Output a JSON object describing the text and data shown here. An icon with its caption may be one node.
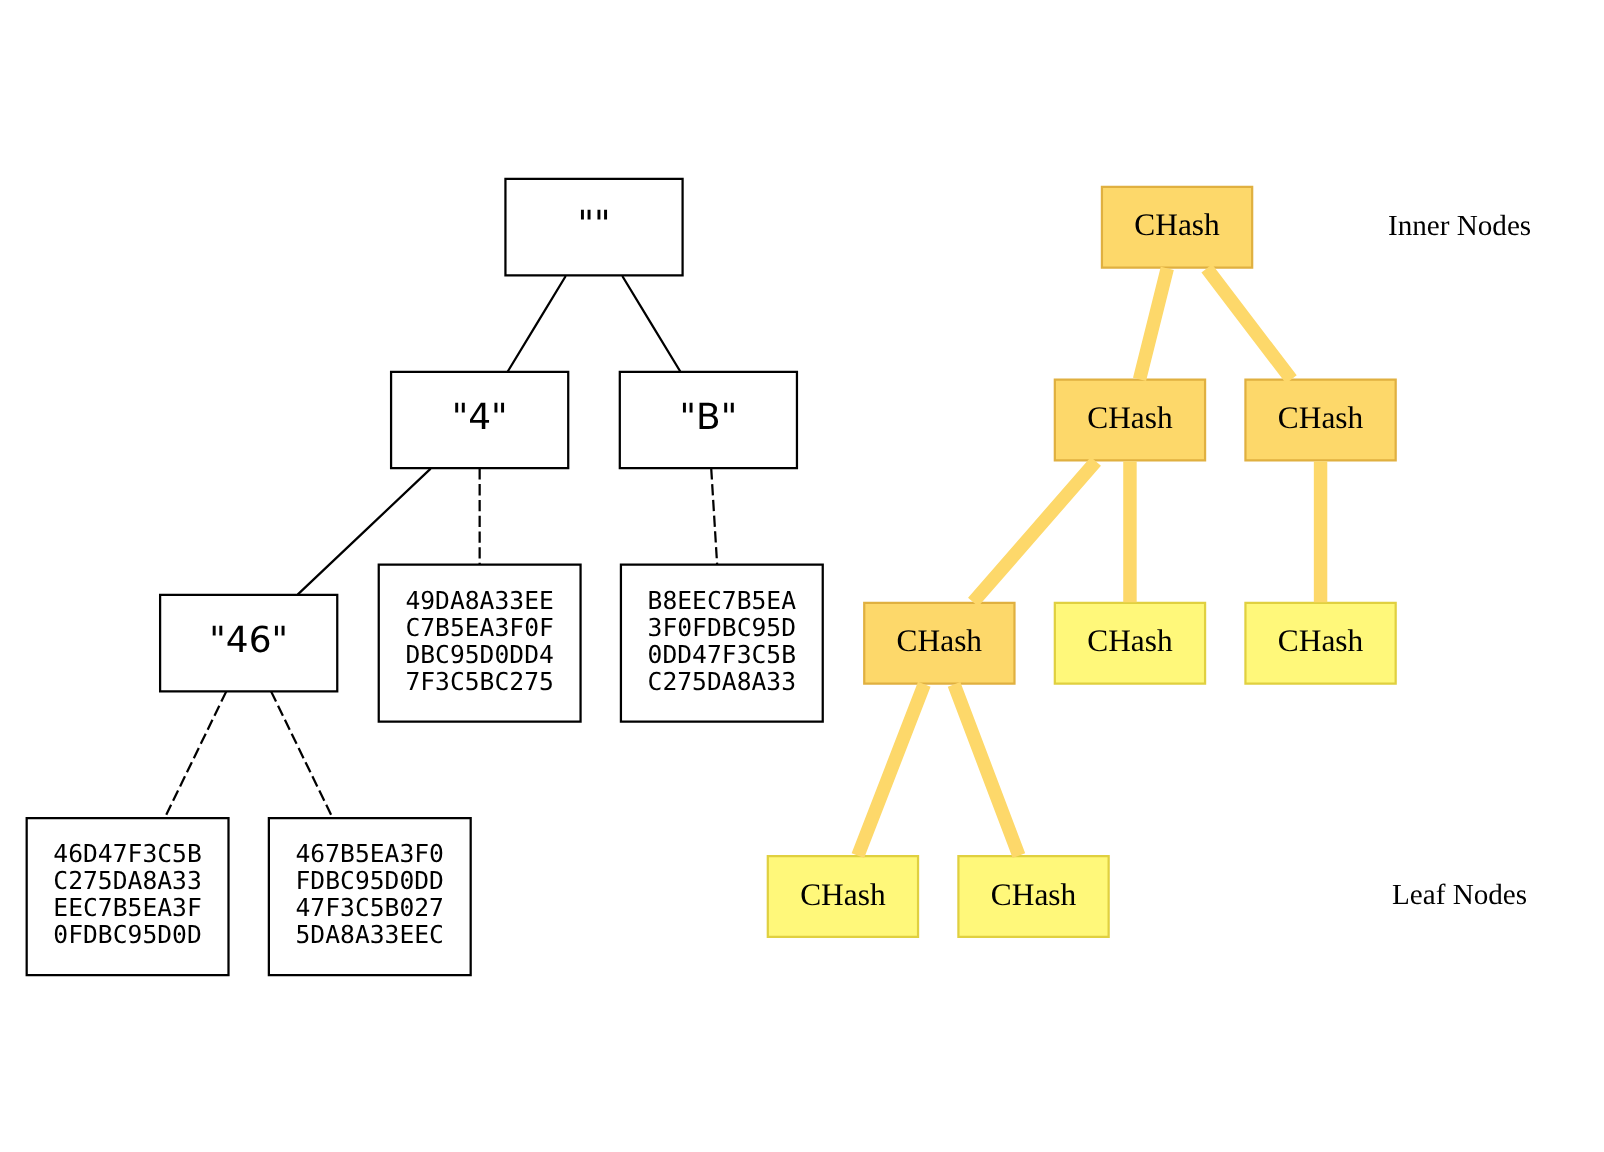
{
  "diagram": {
    "nodes": [
      {
        "text": [
          "\"\""
        ]
      },
      {
        "text": [
          "CHash"
        ]
      },
      {
        "text": [
          "\"4\""
        ]
      },
      {
        "text": [
          "CHash"
        ]
      },
      {
        "text": [
          "\"B\""
        ]
      },
      {
        "text": [
          "CHash"
        ]
      },
      {
        "text": [
          "\"46\""
        ]
      },
      {
        "text": [
          "CHash"
        ]
      },
      {
        "text": [
          "46D47F3C5B C275DA8A33 EEC7B5EA3F 0FDBC95D0D"
        ]
      },
      {
        "text": [
          "CHash"
        ]
      },
      {
        "text": [
          "467B5EA3F0 FDBC95D0DD 47F3C5B027 5DA8A33EEC"
        ]
      },
      {
        "text": [
          "CHash"
        ]
      },
      {
        "text": [
          "49DA8A33EE C7B5EA3F0F DBC95D0DD4 7F3C5BC275"
        ]
      },
      {
        "text": [
          "CHash"
        ]
      },
      {
        "text": [
          "B8EEC7B5EA 3F0FDBC95D 0DD47F3C5B C275DA8A33"
        ]
      },
      {
        "text": [
          "CHash"
        ]
      }
    ],
    "edges": [
      {
        "from": 0,
        "to": 2,
        "arrow": "none"
      },
      {
        "from": 0,
        "to": 4,
        "arrow": "none"
      },
      {
        "from": 2,
        "to": 6,
        "arrow": "none"
      },
      {
        "from": 6,
        "to": 8,
        "arrow": "none",
        "style": "dashed"
      },
      {
        "from": 6,
        "to": 10,
        "arrow": "none",
        "style": "dashed"
      },
      {
        "from": 2,
        "to": 12,
        "arrow": "none",
        "style": "dashed"
      },
      {
        "from": 4,
        "to": 14,
        "arrow": "none",
        "style": "dashed"
      },
      {
        "from": 1,
        "to": 3,
        "arrow": "none",
        "style": "thick",
        "color": "#fdd86a"
      },
      {
        "from": 1,
        "to": 5,
        "arrow": "none",
        "style": "thick",
        "color": "#fdd86a"
      },
      {
        "from": 3,
        "to": 7,
        "arrow": "none",
        "style": "thick",
        "color": "#fdd86a"
      },
      {
        "from": 3,
        "to": 13,
        "arrow": "none",
        "style": "thick",
        "color": "#fdd86a"
      },
      {
        "from": 5,
        "to": 15,
        "arrow": "none",
        "style": "thick",
        "color": "#fdd86a"
      },
      {
        "from": 7,
        "to": 9,
        "arrow": "none",
        "style": "thick",
        "color": "#fdd86a"
      },
      {
        "from": 7,
        "to": 11,
        "arrow": "none",
        "style": "thick",
        "color": "#fdd86a"
      }
    ],
    "labels": [
      "Inner Nodes",
      "Leaf Nodes"
    ]
  }
}
